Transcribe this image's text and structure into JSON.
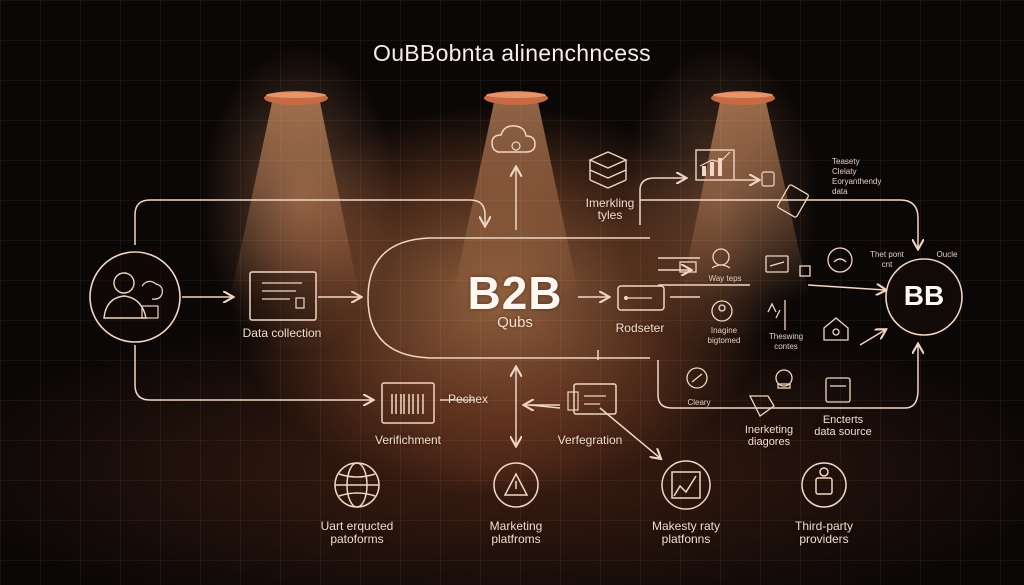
{
  "title": "OuBBobnta alinenchncess",
  "hub": {
    "title": "B2B",
    "subtitle": "Qubs"
  },
  "end_node": {
    "title": "BB",
    "label_left": "Thet pont\ncnt",
    "label_right": "Oucle"
  },
  "labels": {
    "data_collection": "Data collection",
    "marketing_types": "Imerkling\ntyles",
    "redster": "Rodseter",
    "way_teps": "Way teps",
    "inagine": "Inagine\nbigtomed",
    "thesting": "Theswing\ncontes",
    "checkx": "Pechex",
    "verifichment": "Verifichment",
    "vergration": "Verfegration",
    "cleary": "Cleary",
    "marketing_diagores": "Inerketing\ndiagores",
    "enterts": "Encterts\ndata source",
    "list_1": "Teasety",
    "list_2": "Clelaty",
    "list_3": "Eoryanthendy",
    "list_4": "data"
  },
  "sources": [
    {
      "label": "Uart erqucted\npatoforms",
      "icon": "globe-icon"
    },
    {
      "label": "Marketing\nplatfroms",
      "icon": "warning-icon"
    },
    {
      "label": "Makesty raty\nplatfonns",
      "icon": "chart-icon"
    },
    {
      "label": "Third-party\nproviders",
      "icon": "device-icon"
    }
  ],
  "colors": {
    "line": "#f1d6c4",
    "lamp": "#c76a43",
    "glow": "#ffaa6e"
  }
}
